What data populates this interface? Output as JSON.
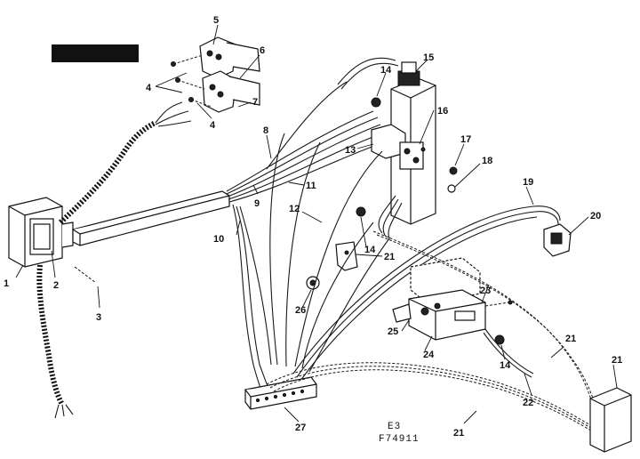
{
  "header_box": {
    "text": ""
  },
  "callouts": {
    "c1": "1",
    "c2": "2",
    "c3": "3",
    "c4a": "4",
    "c4b": "4",
    "c5": "5",
    "c6": "6",
    "c7": "7",
    "c8": "8",
    "c9": "9",
    "c10": "10",
    "c11": "11",
    "c12": "12",
    "c13": "13",
    "c14a": "14",
    "c14b": "14",
    "c14c": "14",
    "c15": "15",
    "c16": "16",
    "c17": "17",
    "c18": "18",
    "c19": "19",
    "c20": "20",
    "c21a": "21",
    "c21b": "21",
    "c21c": "21",
    "c21d": "21",
    "c22": "22",
    "c23": "23",
    "c24": "24",
    "c25": "25",
    "c26": "26",
    "c27": "27"
  },
  "caption": {
    "line1": "E3",
    "line2": "F74911"
  },
  "colors": {
    "ink": "#111111",
    "paper": "#ffffff"
  }
}
